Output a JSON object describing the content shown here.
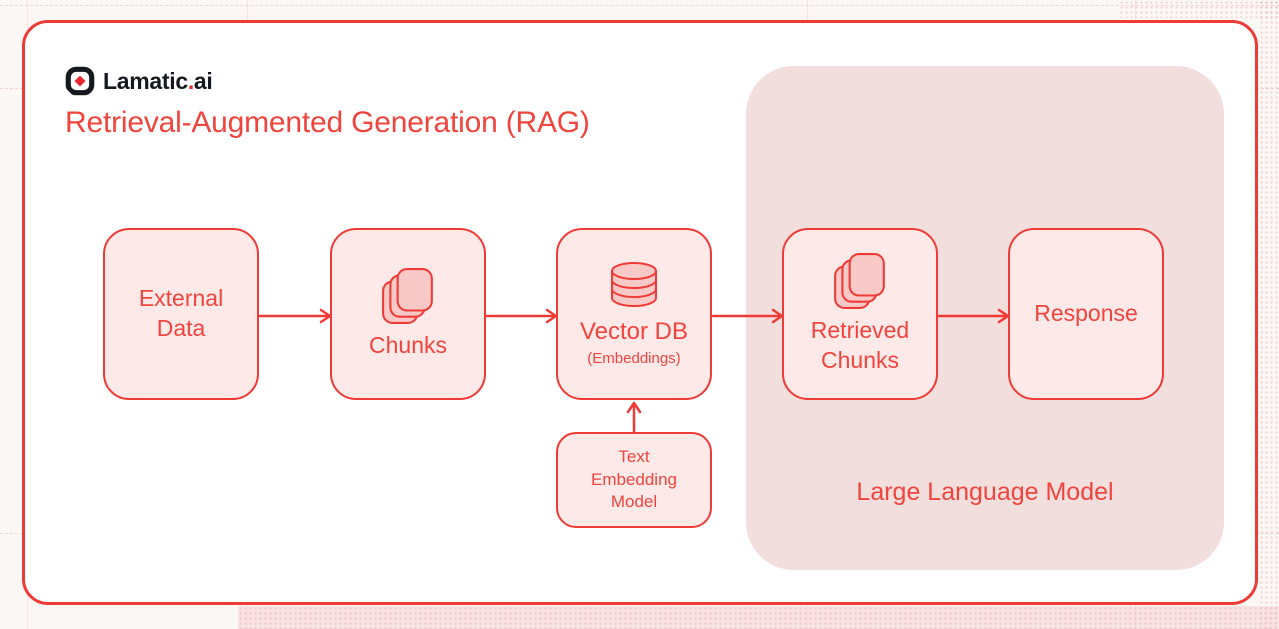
{
  "brand": {
    "name": "Lamatic",
    "dot": ".",
    "suffix": "ai"
  },
  "title": "Retrieval-Augmented Generation (RAG)",
  "colors": {
    "red_stroke": "#EE3B36",
    "red_text": "#F0443D",
    "node_fill": "#FDE9E8",
    "llm_container_fill": "#F2DEDD",
    "icon_fill": "#F9C9C7",
    "brand_black": "#15181E",
    "card_background": "#FFFFFF",
    "page_background": "#FAF7F5"
  },
  "diagram": {
    "container": {
      "id": "large-language-model",
      "label": "Large Language Model"
    },
    "nodes": {
      "external_data": {
        "line1": "External",
        "line2": "Data"
      },
      "chunks": {
        "label": "Chunks",
        "icon": "chunks-icon"
      },
      "vector_db": {
        "label": "Vector DB",
        "sublabel": "(Embeddings)",
        "icon": "database-icon"
      },
      "retrieved_chunks": {
        "line1": "Retrieved",
        "line2": "Chunks",
        "icon": "chunks-icon"
      },
      "response": {
        "label": "Response"
      },
      "text_embedding_model": {
        "line1": "Text",
        "line2": "Embedding",
        "line3": "Model"
      }
    },
    "edges": [
      {
        "from": "external_data",
        "to": "chunks",
        "direction": "right"
      },
      {
        "from": "chunks",
        "to": "vector_db",
        "direction": "right"
      },
      {
        "from": "vector_db",
        "to": "retrieved_chunks",
        "direction": "right"
      },
      {
        "from": "retrieved_chunks",
        "to": "response",
        "direction": "right"
      },
      {
        "from": "text_embedding_model",
        "to": "vector_db",
        "direction": "up"
      }
    ]
  }
}
